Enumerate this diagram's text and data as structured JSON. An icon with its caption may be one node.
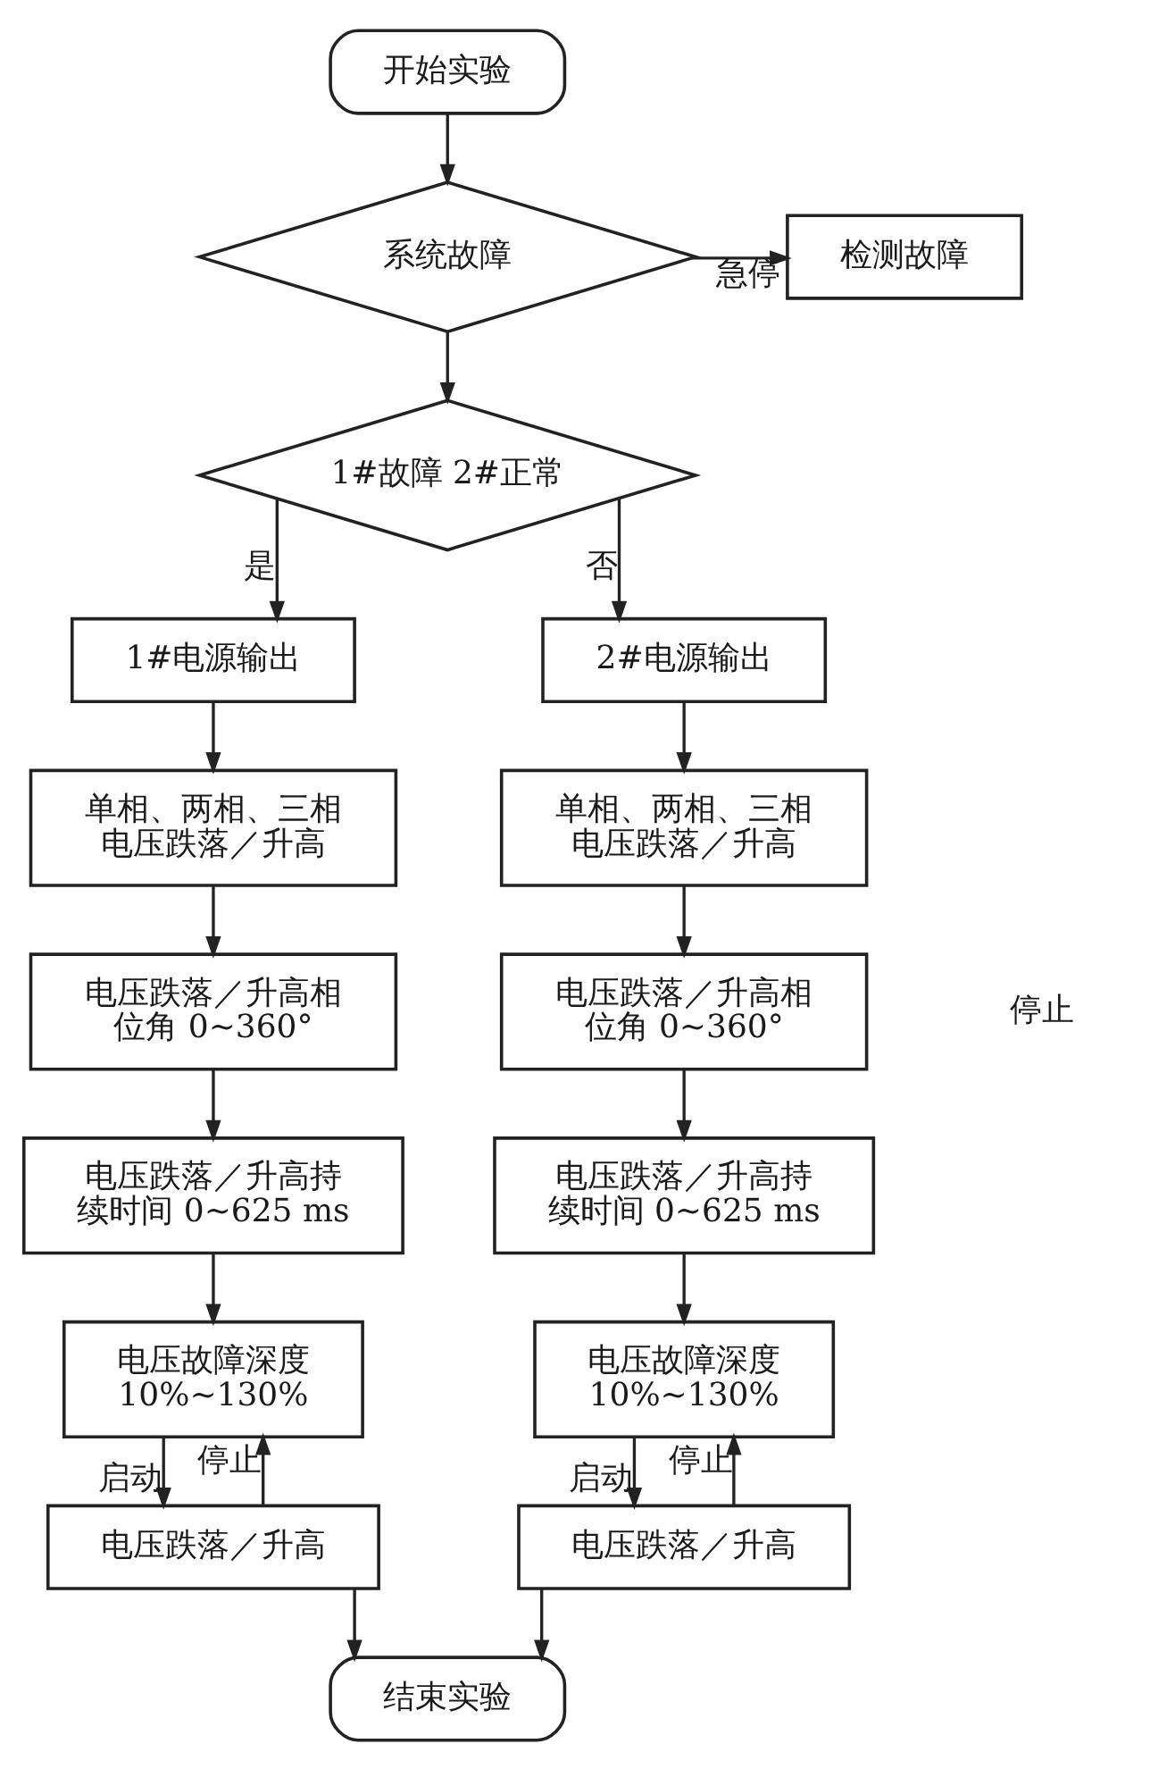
{
  "diagram": {
    "nodes": [
      {
        "text": [
          "开始实验"
        ]
      },
      {
        "text": [
          "系统故障"
        ]
      },
      {
        "text": [
          "检测故障"
        ]
      },
      {
        "text": [
          "1#故障 2#正常"
        ]
      },
      {
        "text": [
          "1#电源输出"
        ]
      },
      {
        "text": [
          "2#电源输出"
        ]
      },
      {
        "text": [
          "单相、两相、三相电压跌落／升高"
        ]
      },
      {
        "text": [
          "单相、两相、三相电压跌落／升高"
        ]
      },
      {
        "text": [
          "电压跌落／升高相位角 0~360°"
        ]
      },
      {
        "text": [
          "电压跌落／升高相位角 0~360°"
        ]
      },
      {
        "text": [
          "电压跌落／升高持续时间 0~625 ms"
        ]
      },
      {
        "text": [
          "电压跌落／升高持续时间 0~625 ms"
        ]
      },
      {
        "text": [
          "电压故障深度 10%~130%"
        ]
      },
      {
        "text": [
          "电压故障深度 10%~130%"
        ]
      },
      {
        "text": [
          "电压跌落／升高"
        ]
      },
      {
        "text": [
          "电压跌落／升高"
        ]
      },
      {
        "text": [
          "结束实验"
        ]
      }
    ],
    "edges": [
      {
        "from": 0,
        "to": 1,
        "arrow": "to"
      },
      {
        "from": 1,
        "to": 2,
        "arrow": "to",
        "label": "急停"
      },
      {
        "from": 1,
        "to": 3,
        "arrow": "to"
      },
      {
        "from": 3,
        "to": 4,
        "arrow": "to",
        "label": "是"
      },
      {
        "from": 3,
        "to": 5,
        "arrow": "to",
        "label": "否"
      },
      {
        "from": 4,
        "to": 6,
        "arrow": "to"
      },
      {
        "from": 5,
        "to": 7,
        "arrow": "to"
      },
      {
        "from": 6,
        "to": 8,
        "arrow": "to"
      },
      {
        "from": 7,
        "to": 9,
        "arrow": "to"
      },
      {
        "from": 8,
        "to": 10,
        "arrow": "to"
      },
      {
        "from": 9,
        "to": 11,
        "arrow": "to"
      },
      {
        "from": 10,
        "to": 12,
        "arrow": "to"
      },
      {
        "from": 11,
        "to": 13,
        "arrow": "to"
      },
      {
        "from": 12,
        "to": 14,
        "arrow": "to",
        "label": "启动"
      },
      {
        "from": 14,
        "to": 12,
        "arrow": "to",
        "label": "停止"
      },
      {
        "from": 13,
        "to": 15,
        "arrow": "to",
        "label": "启动"
      },
      {
        "from": 15,
        "to": 13,
        "arrow": "to",
        "label": "停止"
      },
      {
        "from": 14,
        "to": 16,
        "arrow": "to"
      },
      {
        "from": 15,
        "to": 16,
        "arrow": "to"
      }
    ],
    "labels": [
      "停止"
    ]
  }
}
